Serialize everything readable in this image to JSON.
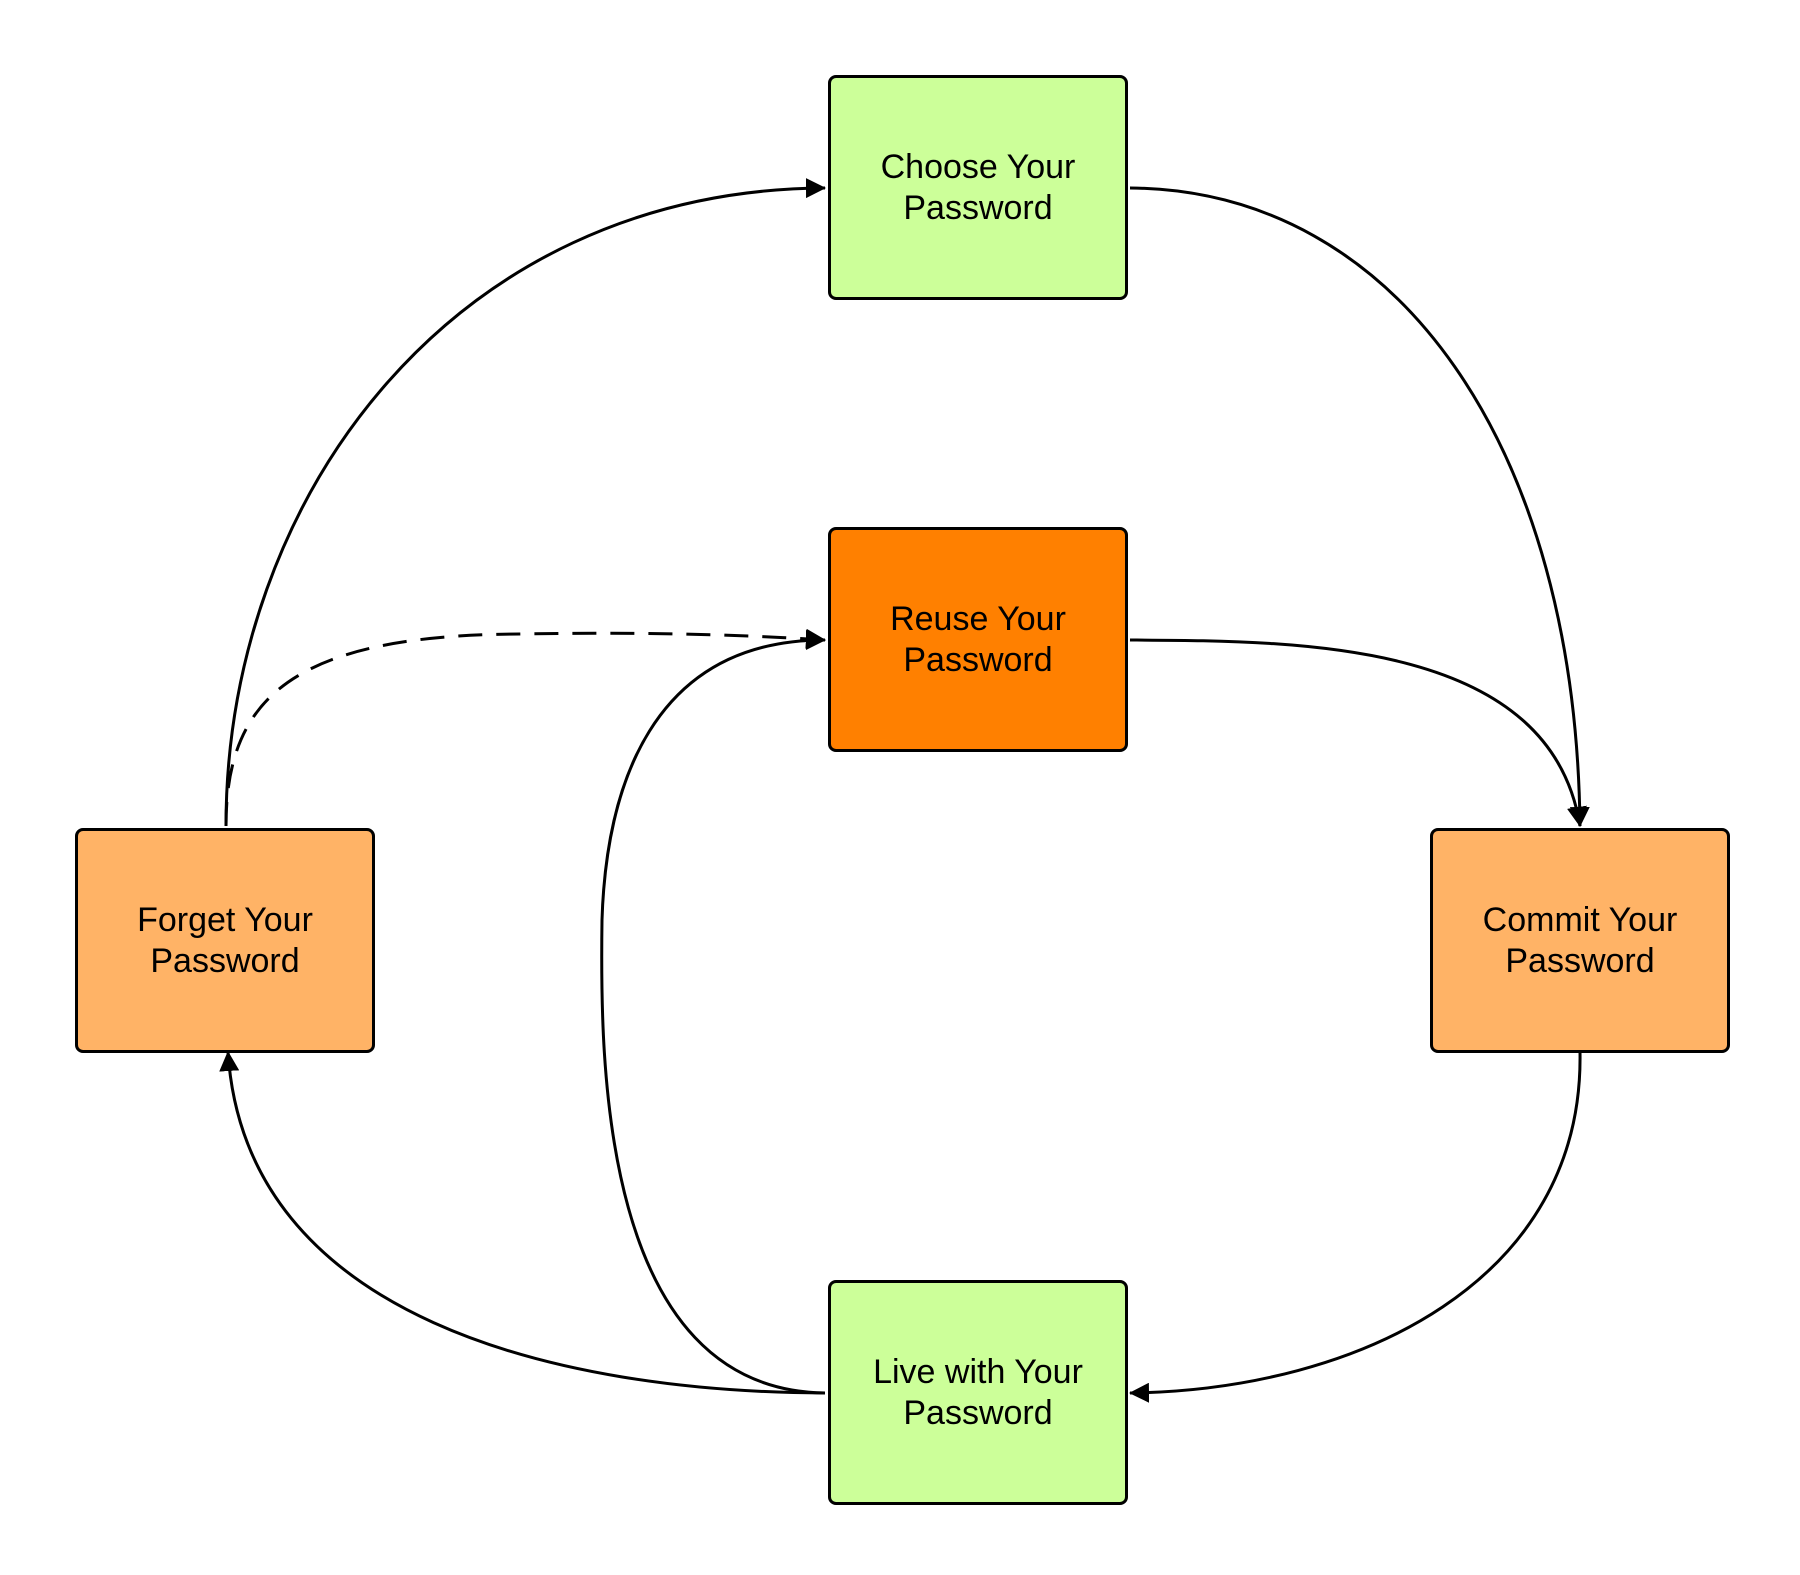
{
  "colors": {
    "stroke": "#000000",
    "green": "#ccff99",
    "light_orange": "#ffb366",
    "dark_orange": "#ff8000"
  },
  "nodes": {
    "choose": {
      "label": "Choose Your Password",
      "fill": "#ccff99"
    },
    "reuse": {
      "label": "Reuse Your Password",
      "fill": "#ff8000"
    },
    "forget": {
      "label": "Forget Your Password",
      "fill": "#ffb366"
    },
    "commit": {
      "label": "Commit Your Password",
      "fill": "#ffb366"
    },
    "live": {
      "label": "Live with Your Password",
      "fill": "#ccff99"
    }
  },
  "edges": [
    {
      "from": "forget",
      "to": "choose",
      "style": "solid"
    },
    {
      "from": "choose",
      "to": "commit",
      "style": "solid"
    },
    {
      "from": "reuse",
      "to": "commit",
      "style": "solid"
    },
    {
      "from": "commit",
      "to": "live",
      "style": "solid"
    },
    {
      "from": "live",
      "to": "forget",
      "style": "solid"
    },
    {
      "from": "live",
      "to": "reuse",
      "style": "solid"
    },
    {
      "from": "forget",
      "to": "reuse",
      "style": "dashed"
    }
  ]
}
